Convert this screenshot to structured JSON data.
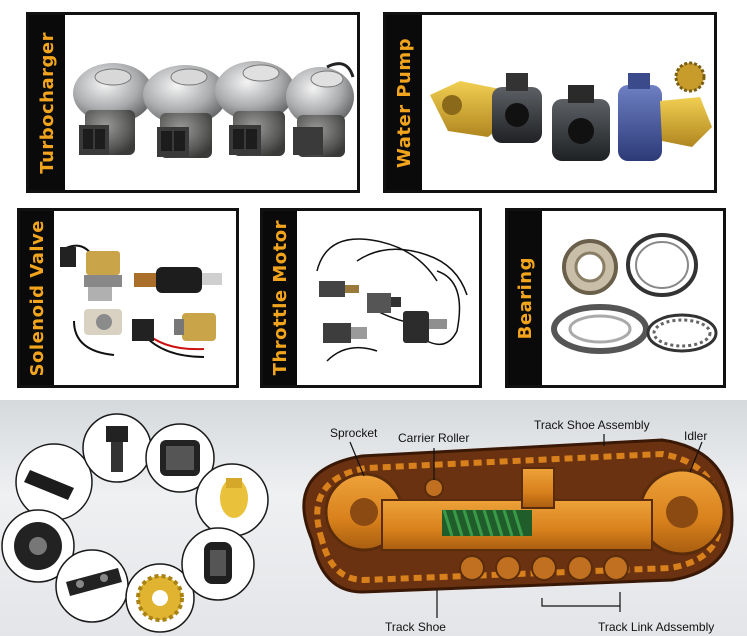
{
  "panels": {
    "turbocharger": {
      "label": "Turbocharger"
    },
    "water_pump": {
      "label": "Water Pump"
    },
    "solenoid_valve": {
      "label": "Solenoid Valve"
    },
    "throttle_motor": {
      "label": "Throttle Motor"
    },
    "bearing": {
      "label": "Bearing"
    }
  },
  "undercarriage": {
    "callouts": {
      "sprocket": "Sprocket",
      "carrier_roller": "Carrier Roller",
      "track_shoe_assembly": "Track Shoe Assembly",
      "idler": "Idler",
      "track_shoe": "Track Shoe",
      "track_link_assembly": "Track Link Adssembly"
    }
  },
  "colors": {
    "label_text": "#f2a51c",
    "label_bg": "#0a0a0a",
    "undercarriage_orange": "#d8811c",
    "track_dark": "#5a2c0c"
  }
}
